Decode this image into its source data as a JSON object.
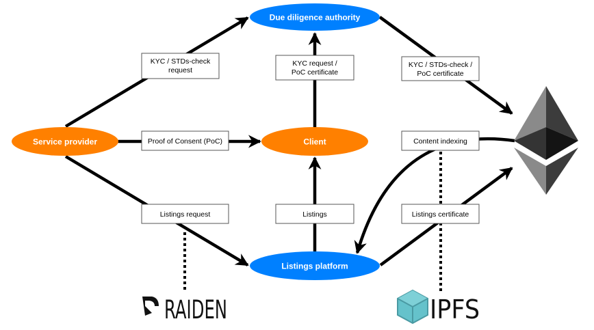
{
  "colors": {
    "actor_orange": "#ff8000",
    "actor_blue": "#0080ff",
    "edge": "#000000",
    "box_border": "#555555",
    "ipfs_teal": "#65c2cb",
    "ipfs_teal_dark": "#4a9aa3"
  },
  "nodes": {
    "due_diligence": "Due diligence authority",
    "service_provider": "Service provider",
    "client": "Client",
    "listings_platform": "Listings platform"
  },
  "edge_labels": {
    "kyc_request": [
      "KYC / STDs-check",
      "request"
    ],
    "kyc_poc": [
      "KYC request /",
      "PoC certificate"
    ],
    "kyc_stds_poc": [
      "KYC / STDs-check /",
      "PoC certificate"
    ],
    "proof_of_consent": "Proof of Consent (PoC)",
    "content_indexing": "Content indexing",
    "listings_request": "Listings request",
    "listings": "Listings",
    "listings_certificate": "Listings certificate"
  },
  "logos": {
    "raiden": "RAIDEN",
    "ipfs": "IPFS",
    "ethereum": "ethereum-icon"
  }
}
